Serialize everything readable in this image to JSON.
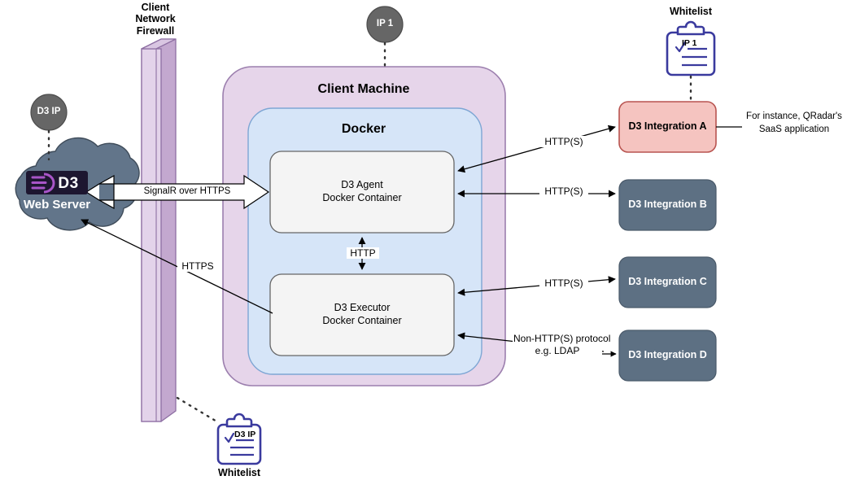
{
  "diagram": {
    "title": "D3 Agent / Executor Docker deployment architecture",
    "colors": {
      "client_machine_fill": "#e6d5ea",
      "client_machine_stroke": "#9c7fae",
      "docker_fill": "#d6e5f8",
      "docker_stroke": "#7ea6d4",
      "container_fill": "#f4f4f4",
      "container_stroke": "#666666",
      "integration_fill": "#5d7083",
      "integration_stroke": "#4a5a6a",
      "integration_a_fill": "#f5c4c0",
      "integration_a_stroke": "#b85450",
      "cloud_fill": "#62758a",
      "cloud_stroke": "#3f4c5a",
      "badge_fill": "#666666",
      "firewall_front": "#e3d3ea",
      "firewall_side": "#c3a8cf",
      "firewall_stroke": "#8e6fa3",
      "whitelist_stroke": "#3a3a9e",
      "logo_badge": "#1d1630",
      "logo_accent": "#a855c8"
    },
    "badges": {
      "d3_ip": "D3 IP",
      "ip_1": "IP 1"
    },
    "cloud": {
      "label": "Web Server",
      "logo_text": "D3"
    },
    "firewall": {
      "label": "Client\nNetwork\nFirewall"
    },
    "client_machine": {
      "title": "Client Machine",
      "docker": {
        "title": "Docker",
        "containers": [
          {
            "name": "agent",
            "line1": "D3 Agent",
            "line2": "Docker Container"
          },
          {
            "name": "executor",
            "line1": "D3 Executor",
            "line2": "Docker Container"
          }
        ],
        "internal_link_label": "HTTP"
      }
    },
    "whitelists": [
      {
        "name": "top",
        "title": "Whitelist",
        "entry": "IP 1",
        "title_position": "above"
      },
      {
        "name": "bottom",
        "title": "Whitelist",
        "entry": "D3 IP",
        "title_position": "below"
      }
    ],
    "integrations": [
      {
        "id": "a",
        "label": "D3 Integration A",
        "style": "highlighted",
        "protocol": "HTTP(S)"
      },
      {
        "id": "b",
        "label": "D3 Integration B",
        "style": "default",
        "protocol": "HTTP(S)"
      },
      {
        "id": "c",
        "label": "D3 Integration C",
        "style": "default",
        "protocol": "HTTP(S)"
      },
      {
        "id": "d",
        "label": "D3 Integration D",
        "style": "default",
        "protocol": "Non-HTTP(S) protocol\ne.g. LDAP"
      }
    ],
    "annotations": {
      "integration_a_note": "For instance, QRadar's\nSaaS application",
      "signalr_label": "SignalR over HTTPS",
      "https_label": "HTTPS",
      "non_http_label": "Non-HTTP(S) protocol\ne.g. LDAP"
    }
  }
}
